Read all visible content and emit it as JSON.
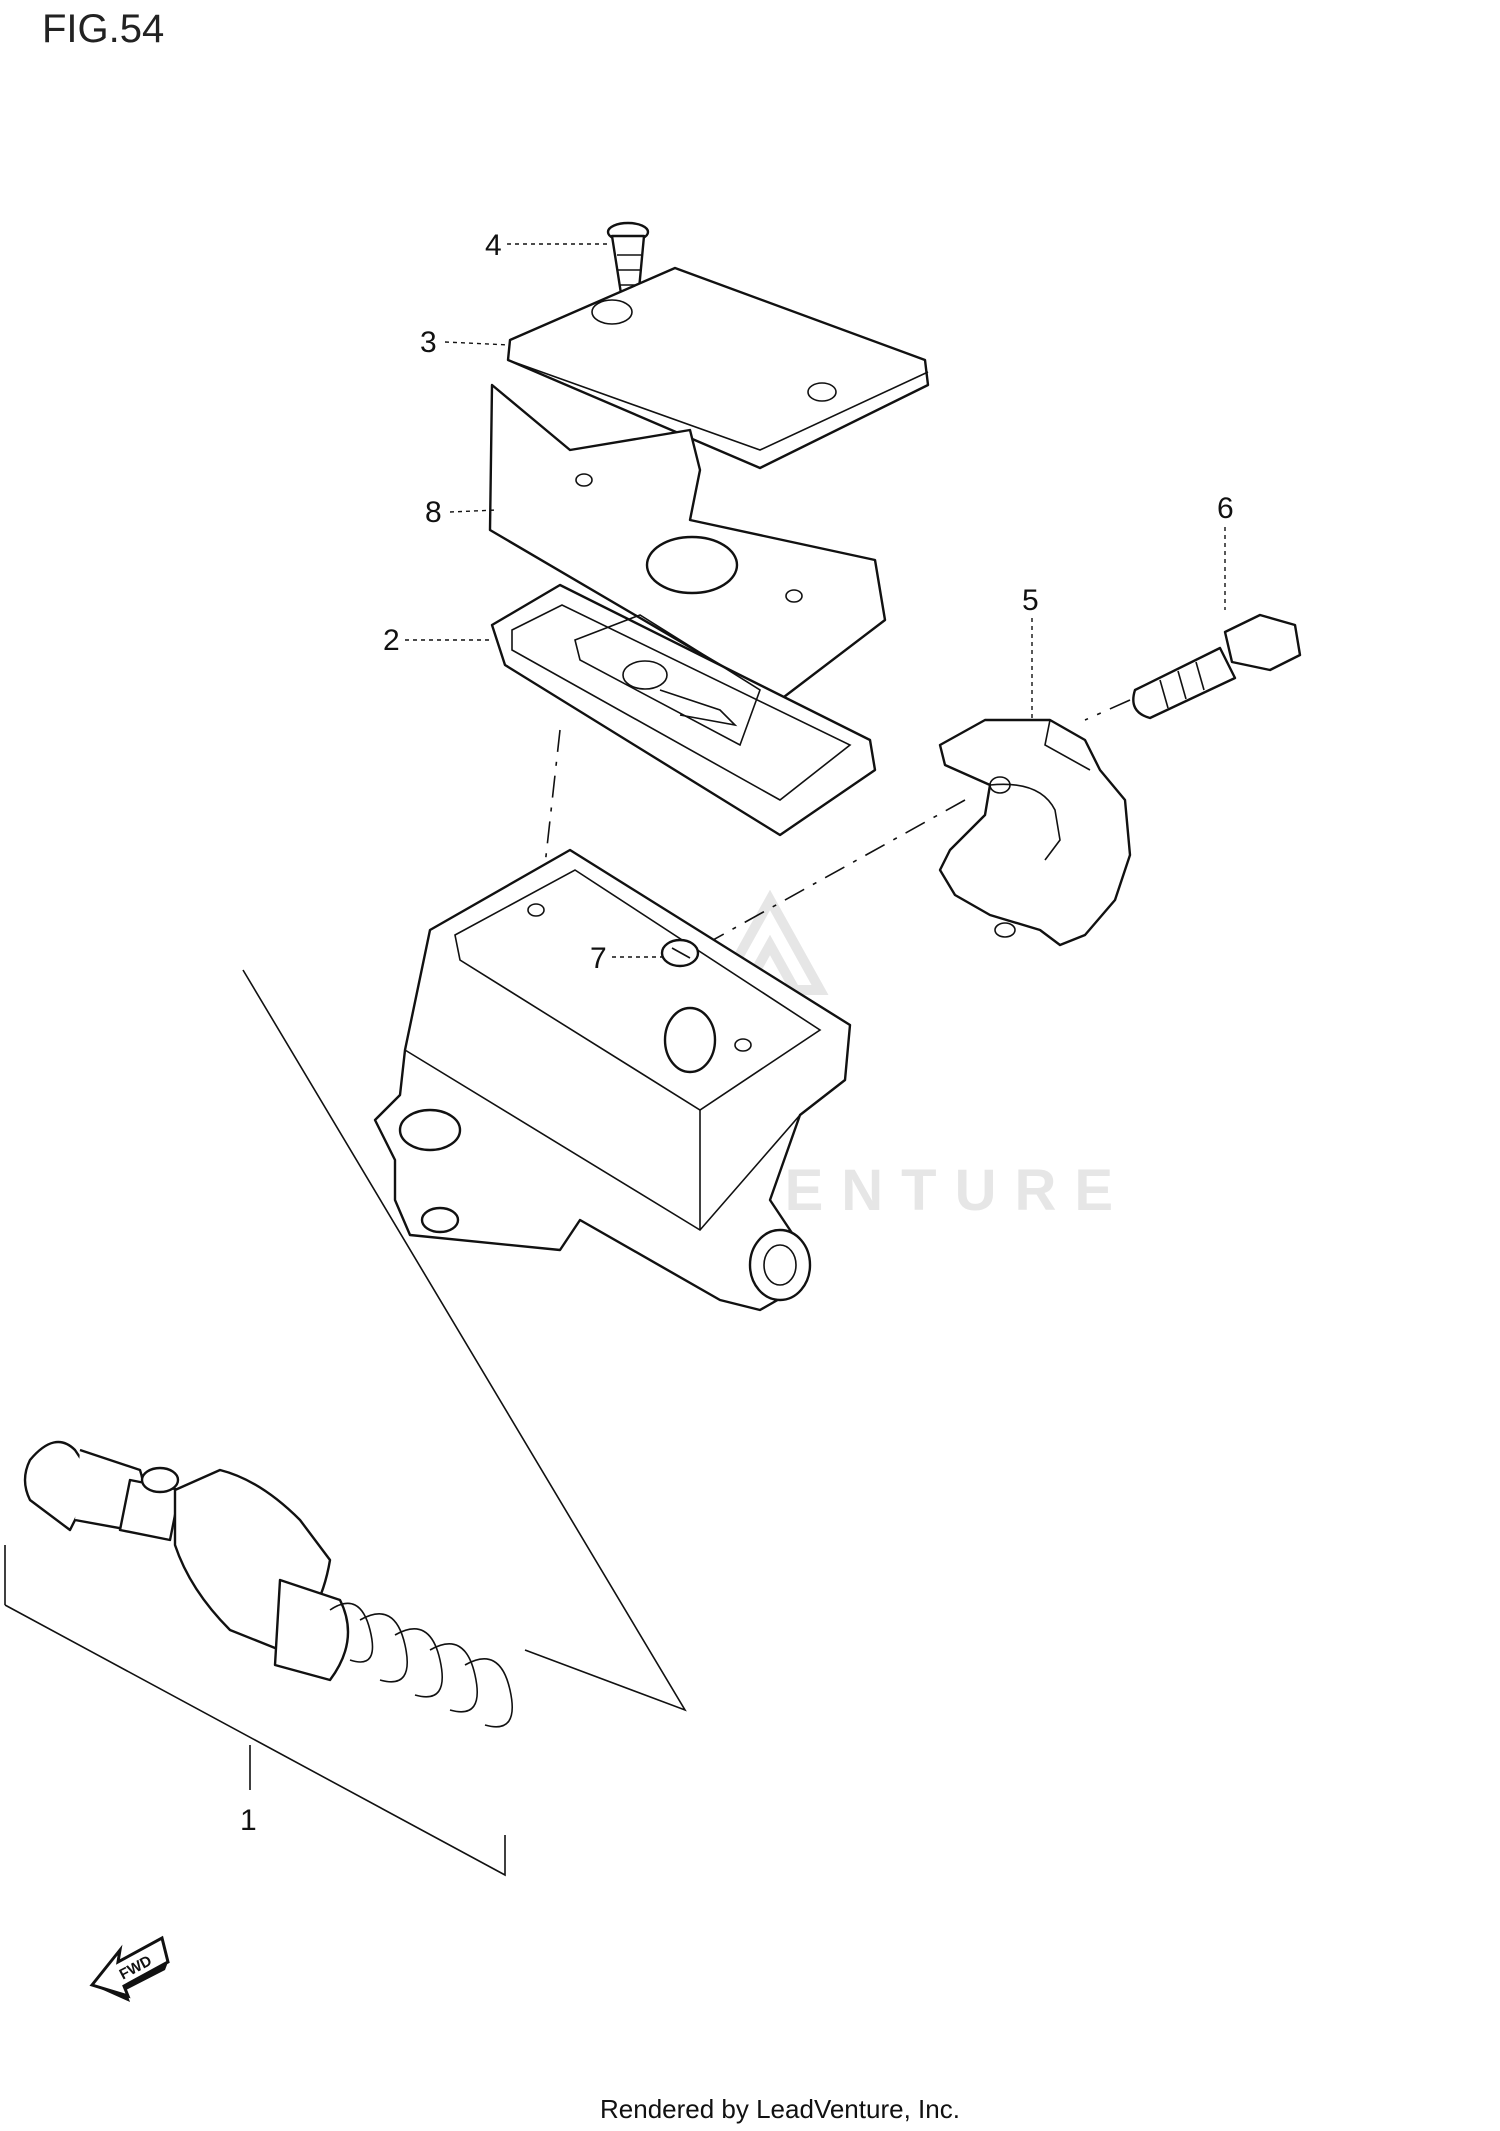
{
  "figure_title": "FIG.54",
  "watermark": "LEADVENTURE",
  "footer_credit": "Rendered by LeadVenture, Inc.",
  "fwd_arrow_label": "FWD",
  "callouts": [
    {
      "id": "1",
      "label": "1"
    },
    {
      "id": "2",
      "label": "2"
    },
    {
      "id": "3",
      "label": "3"
    },
    {
      "id": "4",
      "label": "4"
    },
    {
      "id": "5",
      "label": "5"
    },
    {
      "id": "6",
      "label": "6"
    },
    {
      "id": "7",
      "label": "7"
    },
    {
      "id": "8",
      "label": "8"
    }
  ],
  "colors": {
    "line": "#111111",
    "background": "#ffffff",
    "watermark": "#e6e6e6"
  }
}
